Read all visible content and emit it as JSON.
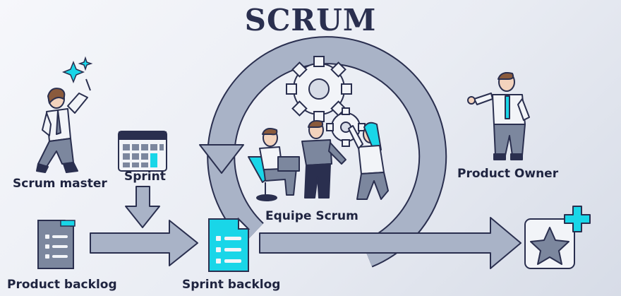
{
  "title": "SCRUM",
  "labels": {
    "scrum_master": "Scrum master",
    "sprint": "Sprint",
    "equipe": "Equipe Scrum",
    "product_owner": "Product Owner",
    "product_backlog": "Product backlog",
    "sprint_backlog": "Sprint backlog"
  },
  "colors": {
    "arrow_fill": "#a9b3c7",
    "arrow_stroke": "#2a2f4f",
    "accent_cyan": "#19d6e8",
    "dark_navy": "#2a2f4f",
    "gray_blue": "#7c879e"
  },
  "icons": [
    "calendar-icon",
    "gears-icon",
    "folder-icon",
    "document-icon",
    "star-badge-icon",
    "sparkle-icon"
  ]
}
